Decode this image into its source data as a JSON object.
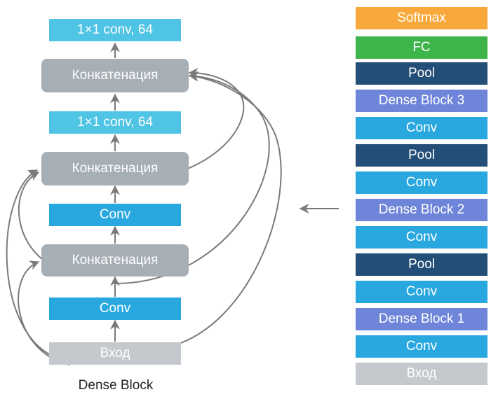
{
  "colors": {
    "input": "#c5c8cc",
    "conv": "#29a8e0",
    "conv_light": "#4fc4e4",
    "concat": "#a6aeb6",
    "pool": "#234e78",
    "dense_block": "#6f85d9",
    "fc": "#3db54a",
    "softmax": "#f9a83b",
    "arrow": "#7a7a7a"
  },
  "dense_block": {
    "caption": "Dense Block",
    "layers": [
      {
        "label": "1×1 conv, 64",
        "kind": "conv_light"
      },
      {
        "label": "Конкатенация",
        "kind": "concat"
      },
      {
        "label": "1×1 conv, 64",
        "kind": "conv_light"
      },
      {
        "label": "Конкатенация",
        "kind": "concat"
      },
      {
        "label": "Conv",
        "kind": "conv"
      },
      {
        "label": "Конкатенация",
        "kind": "concat"
      },
      {
        "label": "Conv",
        "kind": "conv"
      },
      {
        "label": "Вход",
        "kind": "input"
      }
    ]
  },
  "network": {
    "layers": [
      {
        "label": "Softmax",
        "kind": "softmax"
      },
      {
        "label": "FC",
        "kind": "fc"
      },
      {
        "label": "Pool",
        "kind": "pool"
      },
      {
        "label": "Dense Block 3",
        "kind": "dense_block"
      },
      {
        "label": "Conv",
        "kind": "conv"
      },
      {
        "label": "Pool",
        "kind": "pool"
      },
      {
        "label": "Conv",
        "kind": "conv"
      },
      {
        "label": "Dense Block 2",
        "kind": "dense_block"
      },
      {
        "label": "Conv",
        "kind": "conv"
      },
      {
        "label": "Pool",
        "kind": "pool"
      },
      {
        "label": "Conv",
        "kind": "conv"
      },
      {
        "label": "Dense Block 1",
        "kind": "dense_block"
      },
      {
        "label": "Conv",
        "kind": "conv"
      },
      {
        "label": "Вход",
        "kind": "input"
      }
    ]
  }
}
